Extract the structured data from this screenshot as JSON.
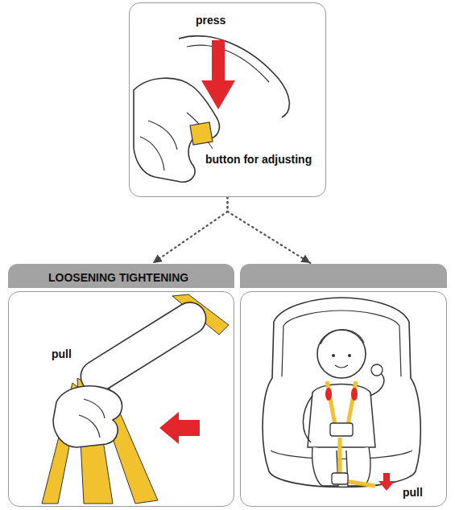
{
  "diagram": {
    "nodes": [
      {
        "text": [
          "press",
          "button for adjusting"
        ]
      },
      {
        "text": [
          "LOOSENING TIGHTENING",
          "pull"
        ]
      },
      {
        "text": [
          "pull"
        ]
      }
    ],
    "edges": [
      {
        "from": 0,
        "to": 1,
        "arrow": "to"
      },
      {
        "from": 0,
        "to": 2,
        "arrow": "to"
      }
    ]
  }
}
